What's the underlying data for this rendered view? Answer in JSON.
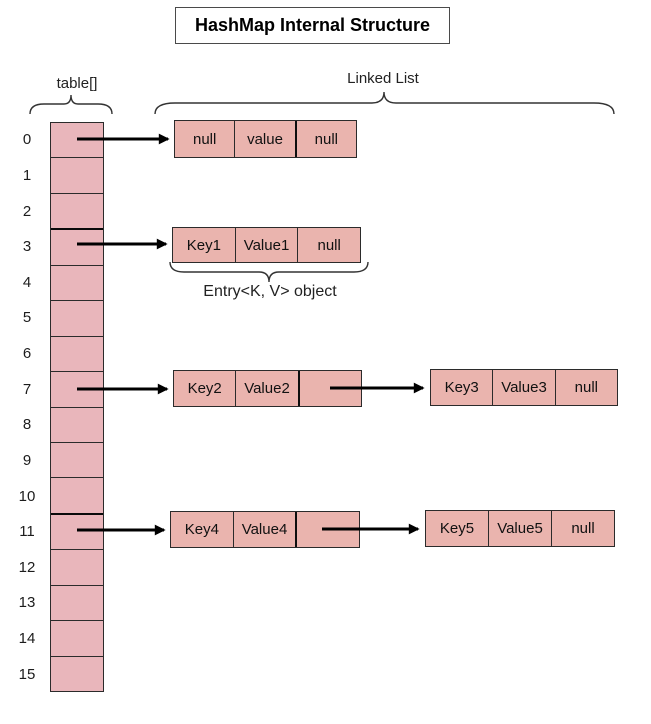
{
  "title": "HashMap Internal Structure",
  "labels": {
    "table_array": "table[]",
    "linked_list": "Linked List",
    "entry_object": "Entry<K, V> object"
  },
  "bucket_array": {
    "indices": [
      "0",
      "1",
      "2",
      "3",
      "4",
      "5",
      "6",
      "7",
      "8",
      "9",
      "10",
      "11",
      "12",
      "13",
      "14",
      "15"
    ],
    "buckets_with_chains": [
      "0",
      "3",
      "7",
      "11"
    ]
  },
  "nodes": {
    "bucket0": {
      "key": "null",
      "value": "value",
      "next": "null"
    },
    "bucket3": {
      "key": "Key1",
      "value": "Value1",
      "next": "null"
    },
    "bucket7_first": {
      "key": "Key2",
      "value": "Value2",
      "next": ""
    },
    "bucket7_second": {
      "key": "Key3",
      "value": "Value3",
      "next": "null"
    },
    "bucket11_first": {
      "key": "Key4",
      "value": "Value4",
      "next": ""
    },
    "bucket11_second": {
      "key": "Key5",
      "value": "Value5",
      "next": "null"
    }
  },
  "colors": {
    "array_cell": "#E9B6BB",
    "node_cell": "#EAB4AE",
    "border": "#2B2B2B",
    "arrow": "#000000"
  }
}
